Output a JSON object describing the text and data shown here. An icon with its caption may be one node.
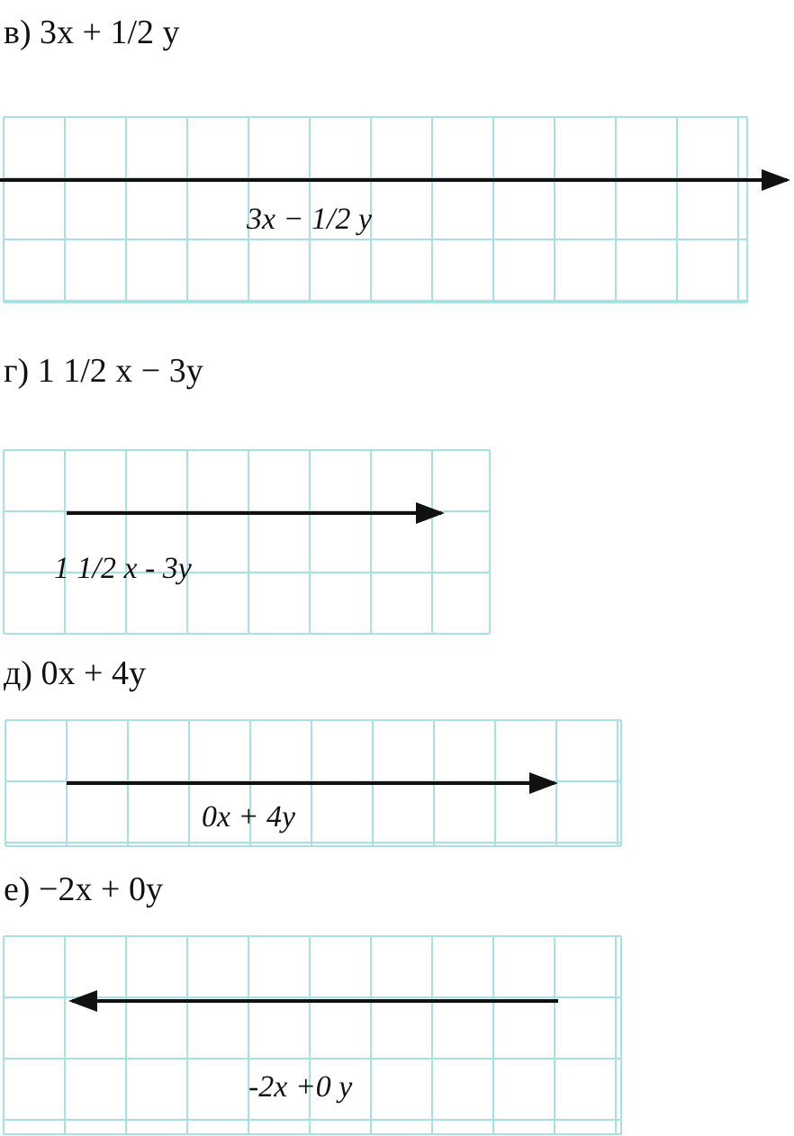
{
  "diagram": {
    "labels": [
      "в) 3x + 1/2 y",
      "3x − 1/2 y",
      "г) 1 1/2 x − 3y",
      "1 1/2 x - 3y",
      "д) 0x + 4y",
      "0x + 4y",
      "е) −2x + 0y",
      "-2x +0 y"
    ]
  }
}
